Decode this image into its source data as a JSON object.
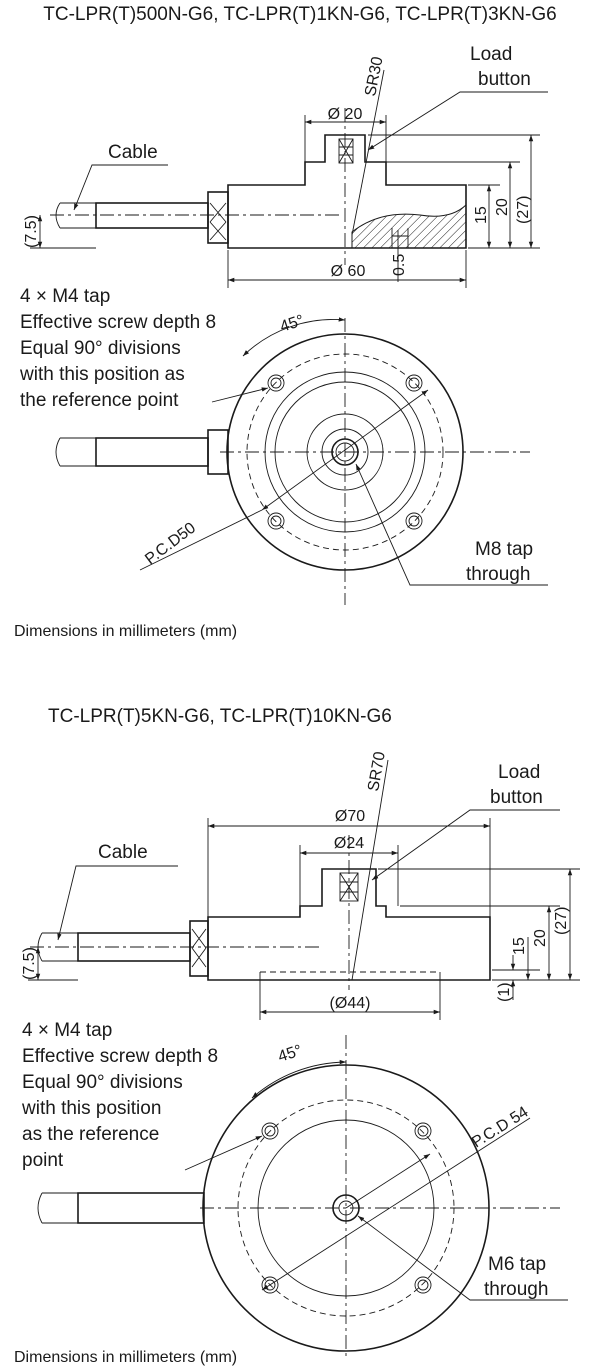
{
  "top": {
    "title": "TC-LPR(T)500N-G6, TC-LPR(T)1KN-G6, TC-LPR(T)3KN-G6",
    "load_button": [
      "Load",
      "button"
    ],
    "cable": "Cable",
    "sr": "SR30",
    "dia_button": "Ø 20",
    "dia_body": "Ø 60",
    "dim_0_5": "0.5",
    "dim_15": "15",
    "dim_20": "20",
    "dim_27": "(27)",
    "dim_7_5": "(7.5)",
    "tap_note": [
      "4 × M4 tap",
      "Effective screw depth 8",
      "Equal 90° divisions",
      "with this position as",
      "the reference point"
    ],
    "angle": "45°",
    "pcd": "P.C.D50",
    "center_tap": [
      "M8 tap",
      "through"
    ],
    "units": "Dimensions in millimeters (mm)"
  },
  "bottom": {
    "title": "TC-LPR(T)5KN-G6, TC-LPR(T)10KN-G6",
    "load_button": [
      "Load",
      "button"
    ],
    "cable": "Cable",
    "sr": "SR70",
    "dia_body": "Ø70",
    "dia_button": "Ø24",
    "dia_recess": "(Ø44)",
    "dim_1": "(1)",
    "dim_15": "15",
    "dim_20": "20",
    "dim_27": "(27)",
    "dim_7_5": "(7.5)",
    "tap_note": [
      "4 × M4 tap",
      "Effective screw depth 8",
      "Equal 90° divisions",
      "with this position",
      "as the reference",
      "point"
    ],
    "angle": "45°",
    "pcd": "P.C.D 54",
    "center_tap": [
      "M6 tap",
      "through"
    ],
    "units": "Dimensions in millimeters (mm)"
  }
}
